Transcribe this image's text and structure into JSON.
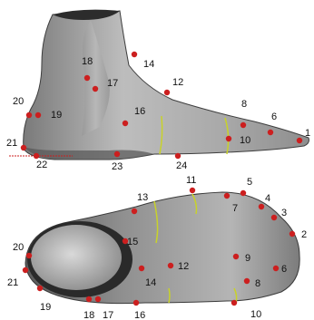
{
  "colors": {
    "landmark": "#cc1f1f",
    "contour": "#c8d22a",
    "mesh_light": "#d6d6d6",
    "mesh_dark": "#4a4a4a"
  },
  "views": {
    "side": {
      "landmarks": [
        {
          "id": "side-1",
          "label": "1"
        },
        {
          "id": "side-6",
          "label": "6"
        },
        {
          "id": "side-8",
          "label": "8"
        },
        {
          "id": "side-10",
          "label": "10"
        },
        {
          "id": "side-12",
          "label": "12"
        },
        {
          "id": "side-14",
          "label": "14"
        },
        {
          "id": "side-16",
          "label": "16"
        },
        {
          "id": "side-17",
          "label": "17"
        },
        {
          "id": "side-18",
          "label": "18"
        },
        {
          "id": "side-19",
          "label": "19"
        },
        {
          "id": "side-20",
          "label": "20"
        },
        {
          "id": "side-21",
          "label": "21"
        },
        {
          "id": "side-22",
          "label": "22"
        },
        {
          "id": "side-23",
          "label": "23"
        },
        {
          "id": "side-24",
          "label": "24"
        }
      ]
    },
    "bottom": {
      "landmarks": [
        {
          "id": "bottom-2",
          "label": "2"
        },
        {
          "id": "bottom-3",
          "label": "3"
        },
        {
          "id": "bottom-4",
          "label": "4"
        },
        {
          "id": "bottom-5",
          "label": "5"
        },
        {
          "id": "bottom-6",
          "label": "6"
        },
        {
          "id": "bottom-7",
          "label": "7"
        },
        {
          "id": "bottom-8",
          "label": "8"
        },
        {
          "id": "bottom-9",
          "label": "9"
        },
        {
          "id": "bottom-10",
          "label": "10"
        },
        {
          "id": "bottom-11",
          "label": "11"
        },
        {
          "id": "bottom-12",
          "label": "12"
        },
        {
          "id": "bottom-13",
          "label": "13"
        },
        {
          "id": "bottom-14",
          "label": "14"
        },
        {
          "id": "bottom-15",
          "label": "15"
        },
        {
          "id": "bottom-16",
          "label": "16"
        },
        {
          "id": "bottom-17",
          "label": "17"
        },
        {
          "id": "bottom-18",
          "label": "18"
        },
        {
          "id": "bottom-19",
          "label": "19"
        },
        {
          "id": "bottom-20",
          "label": "20"
        },
        {
          "id": "bottom-21",
          "label": "21"
        }
      ]
    }
  }
}
